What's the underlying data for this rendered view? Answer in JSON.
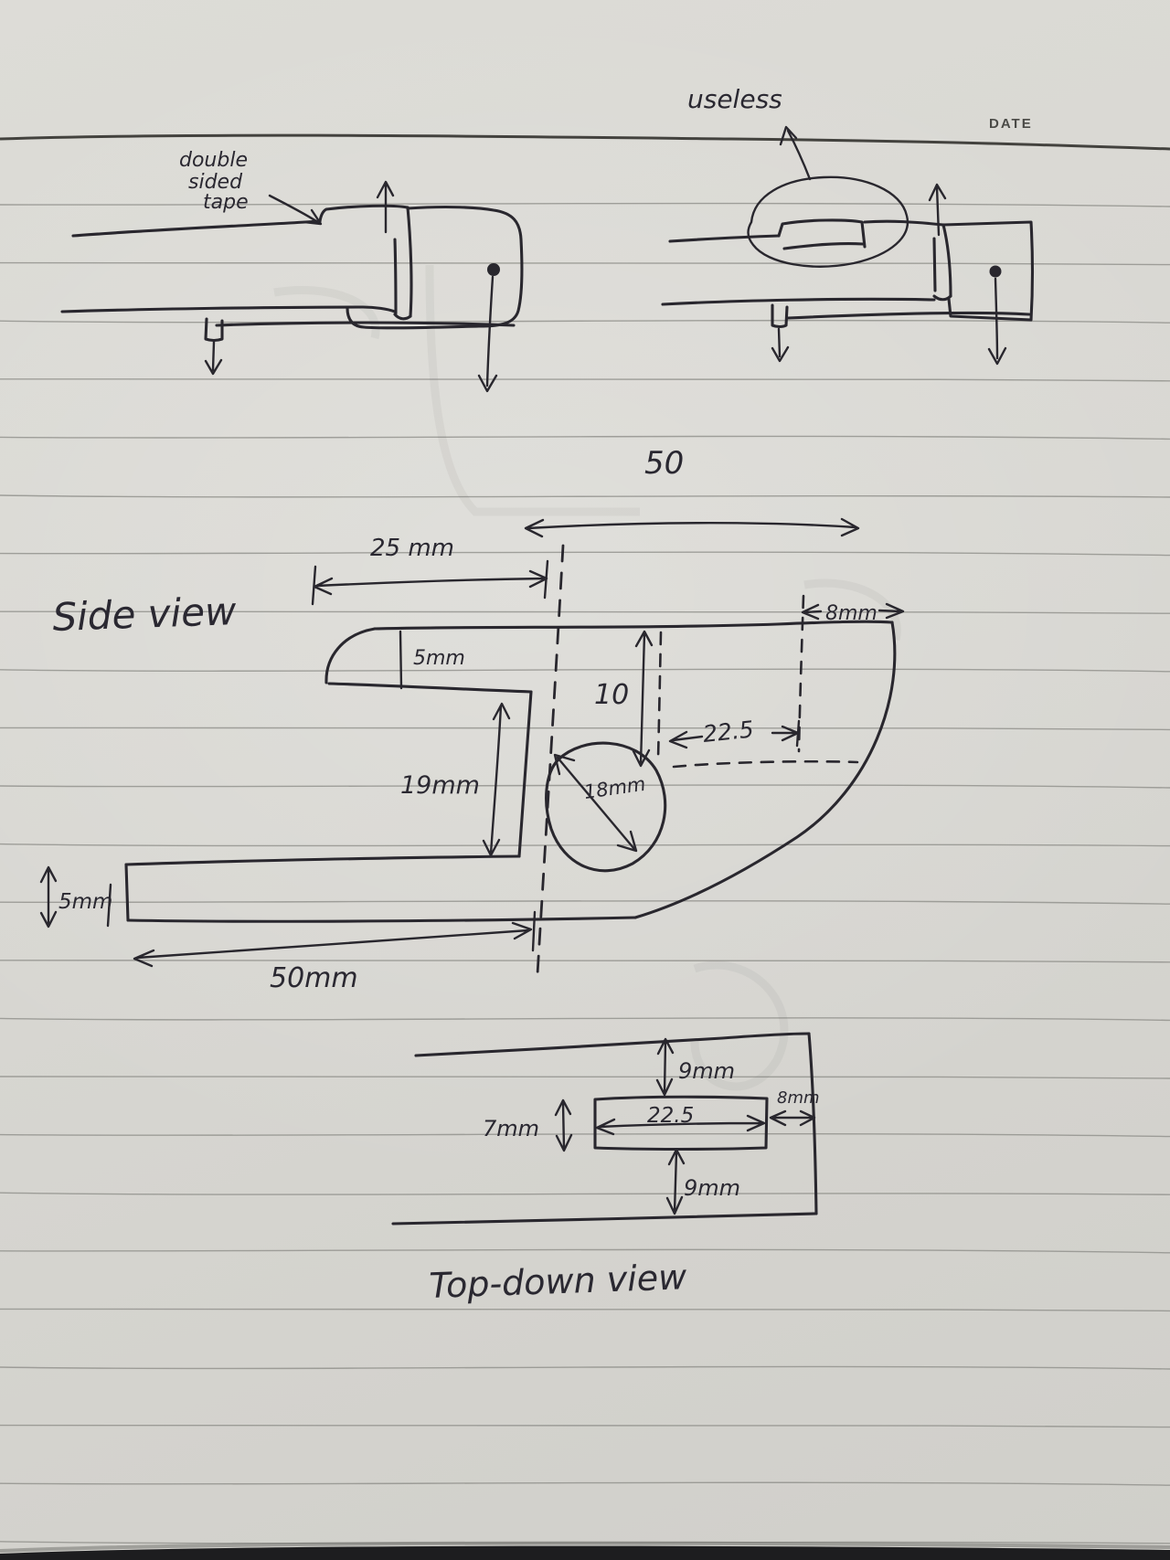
{
  "page": {
    "date_label": "DATE"
  },
  "annotations": {
    "tape_note_lines": [
      "double",
      "sided",
      "tape"
    ],
    "useless_label": "useless"
  },
  "side_view": {
    "title": "Side view",
    "dim_overall_top": "50",
    "dim_tab_width": "25 mm",
    "dim_tab_thickness": "5mm",
    "dim_top_to_hole": "10",
    "dim_hole_offset": "22.5",
    "dim_edge_gap": "8mm",
    "dim_recess_depth": "19mm",
    "dim_hole_diameter": "18mm",
    "dim_base_thickness": "5mm",
    "dim_base_length": "50mm"
  },
  "top_down_view": {
    "title": "Top-down view",
    "dim_top_gap": "9mm",
    "dim_slot_length": "22.5",
    "dim_right_gap": "8mm",
    "dim_slot_width": "7mm",
    "dim_bottom_gap": "9mm"
  },
  "colors": {
    "paper": "#d9d8d3",
    "ink": "#29272e",
    "ruled_line": "#8f8f8a",
    "bottom_edge": "#1d1d1f"
  }
}
